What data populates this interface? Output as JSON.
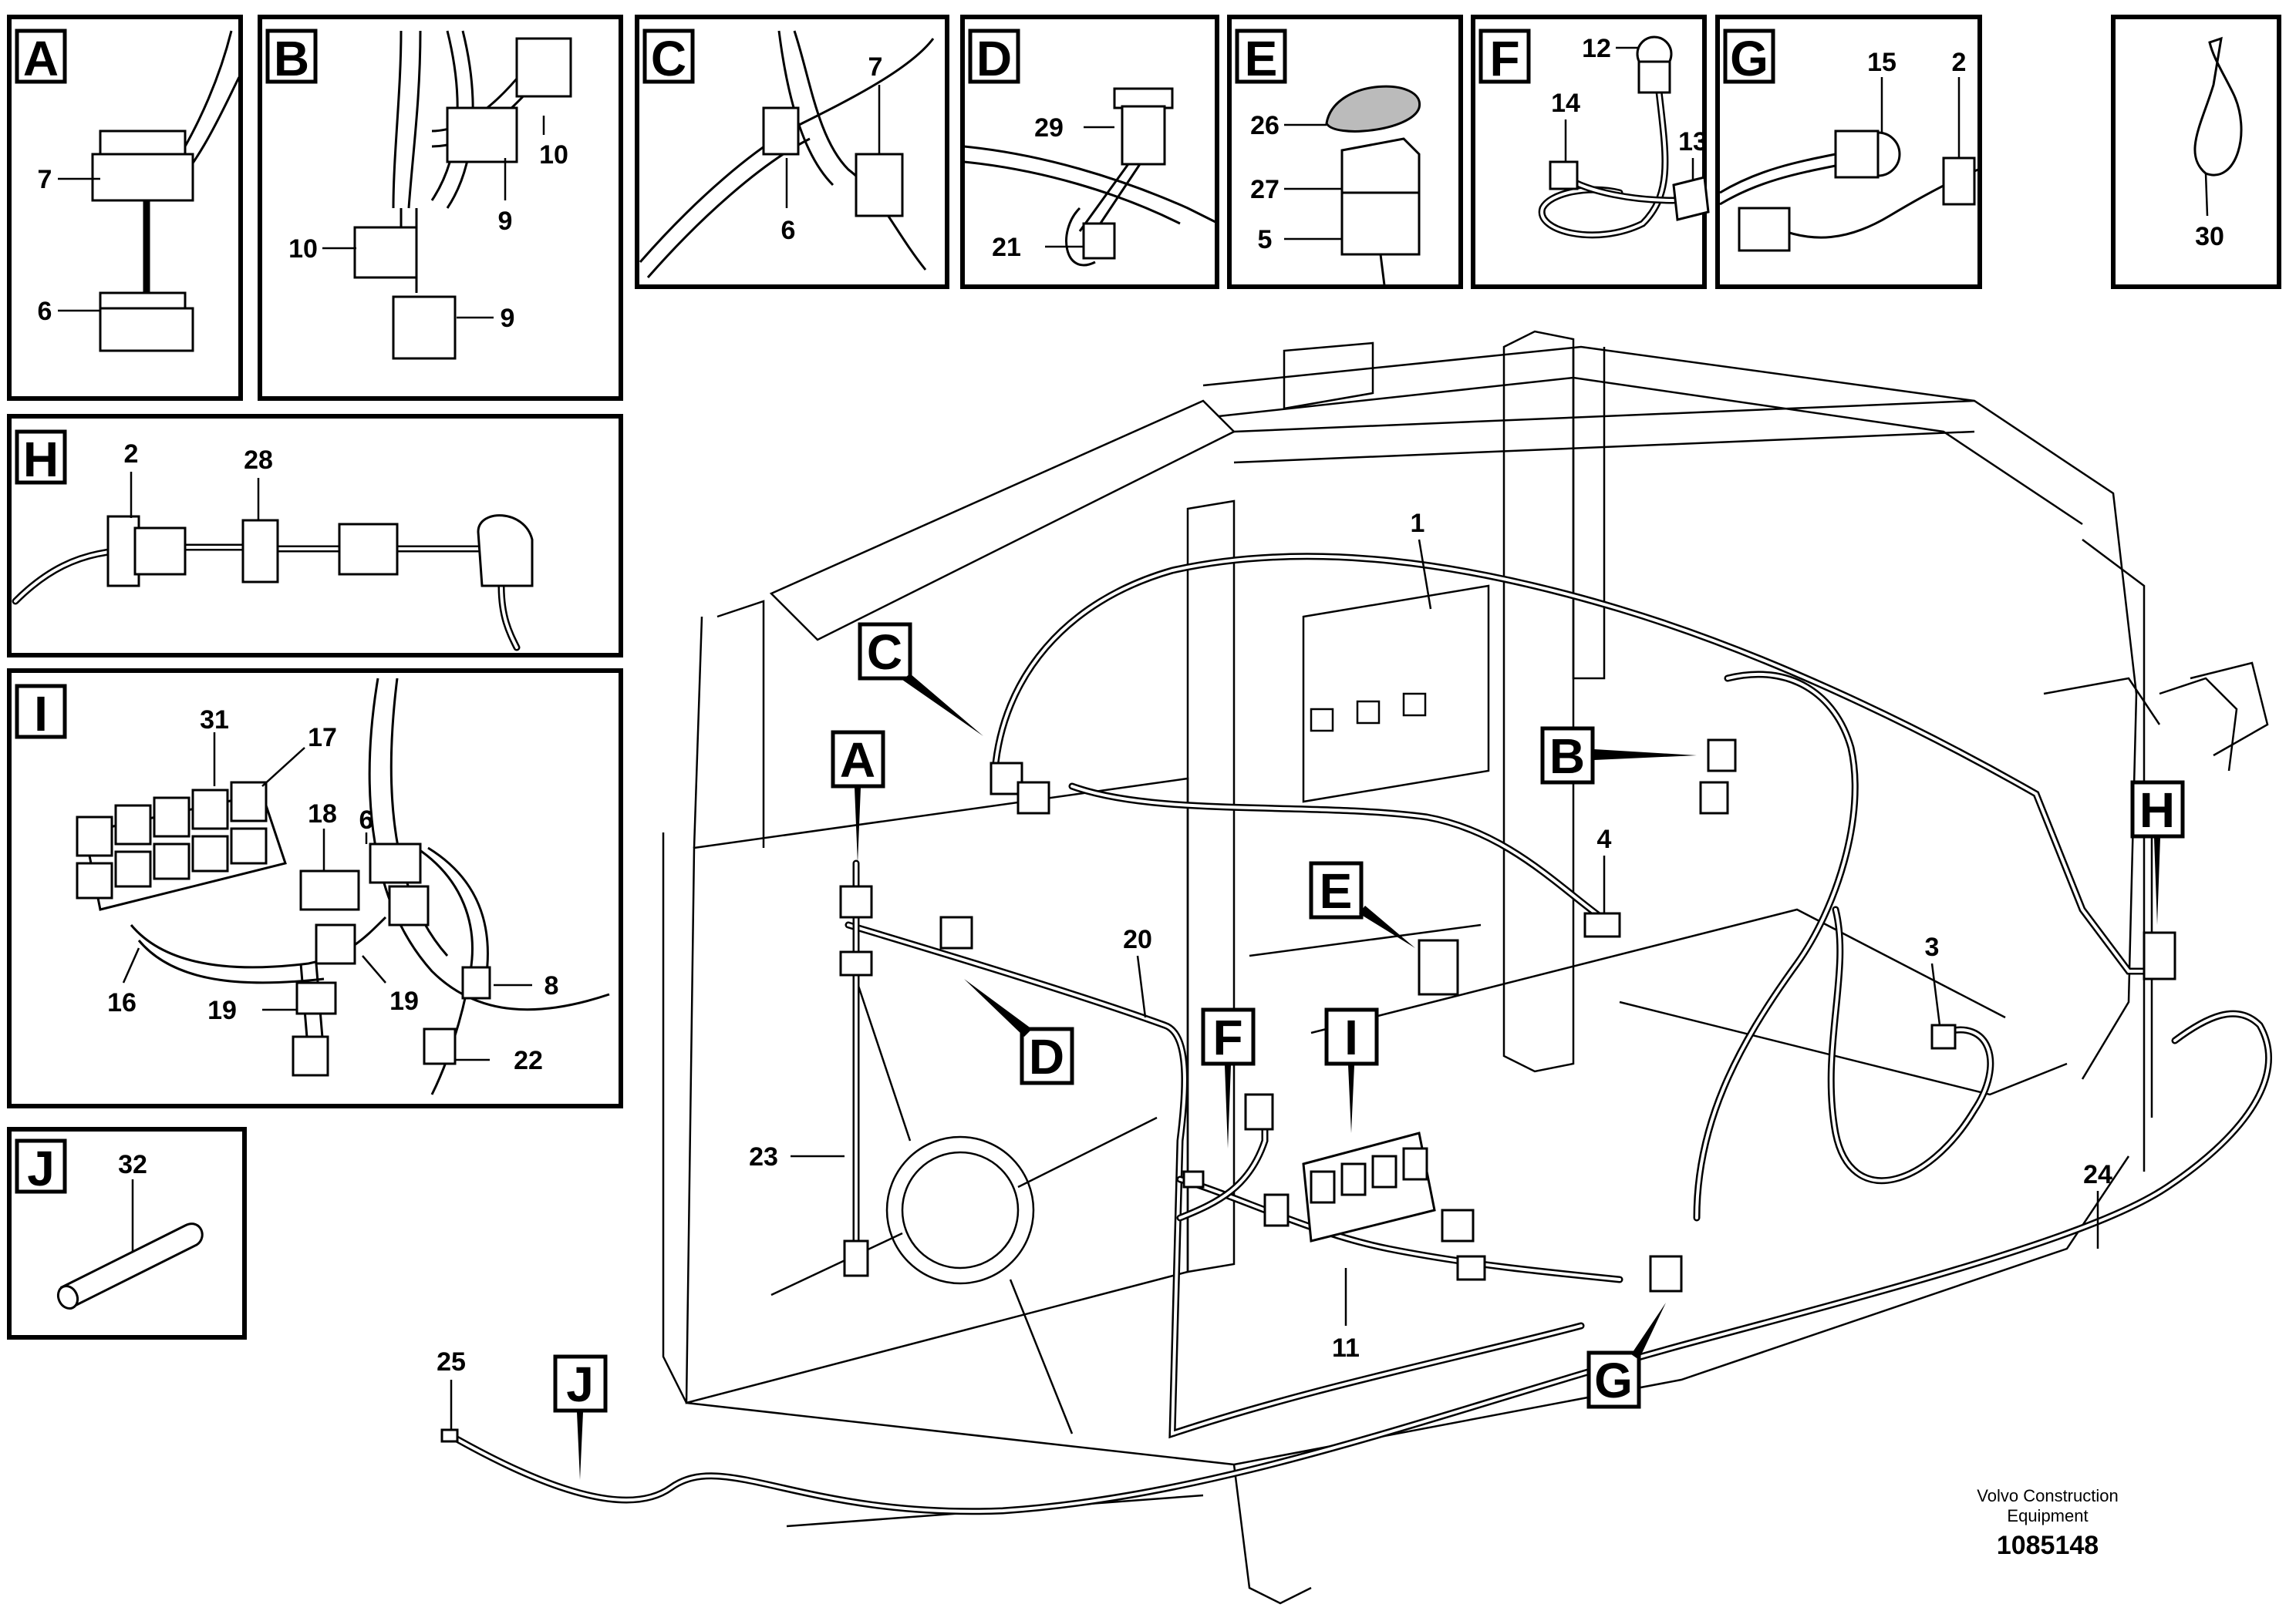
{
  "detail_panels": {
    "A": {
      "tag": "A",
      "callouts": [
        "7",
        "6"
      ]
    },
    "B": {
      "tag": "B",
      "callouts": [
        "10",
        "9",
        "10",
        "9"
      ]
    },
    "C": {
      "tag": "C",
      "callouts": [
        "7",
        "6"
      ]
    },
    "D": {
      "tag": "D",
      "callouts": [
        "29",
        "21"
      ]
    },
    "E": {
      "tag": "E",
      "callouts": [
        "26",
        "27",
        "5"
      ]
    },
    "F": {
      "tag": "F",
      "callouts": [
        "12",
        "14",
        "13"
      ]
    },
    "G": {
      "tag": "G",
      "callouts": [
        "15",
        "2"
      ]
    },
    "T": {
      "callouts": [
        "30"
      ]
    },
    "H": {
      "tag": "H",
      "callouts": [
        "2",
        "28"
      ]
    },
    "I": {
      "tag": "I",
      "callouts": [
        "31",
        "17",
        "18",
        "6",
        "8",
        "16",
        "19",
        "19",
        "22"
      ]
    },
    "J": {
      "tag": "J",
      "callouts": [
        "32"
      ]
    }
  },
  "main_view": {
    "pointer_tags": [
      "A",
      "B",
      "C",
      "D",
      "E",
      "F",
      "G",
      "H",
      "I",
      "J"
    ],
    "callouts": [
      "1",
      "4",
      "3",
      "20",
      "23",
      "11",
      "24",
      "25"
    ]
  },
  "footer": {
    "credit_line1": "Volvo Construction",
    "credit_line2": "Equipment",
    "drawing_number": "1085148"
  }
}
